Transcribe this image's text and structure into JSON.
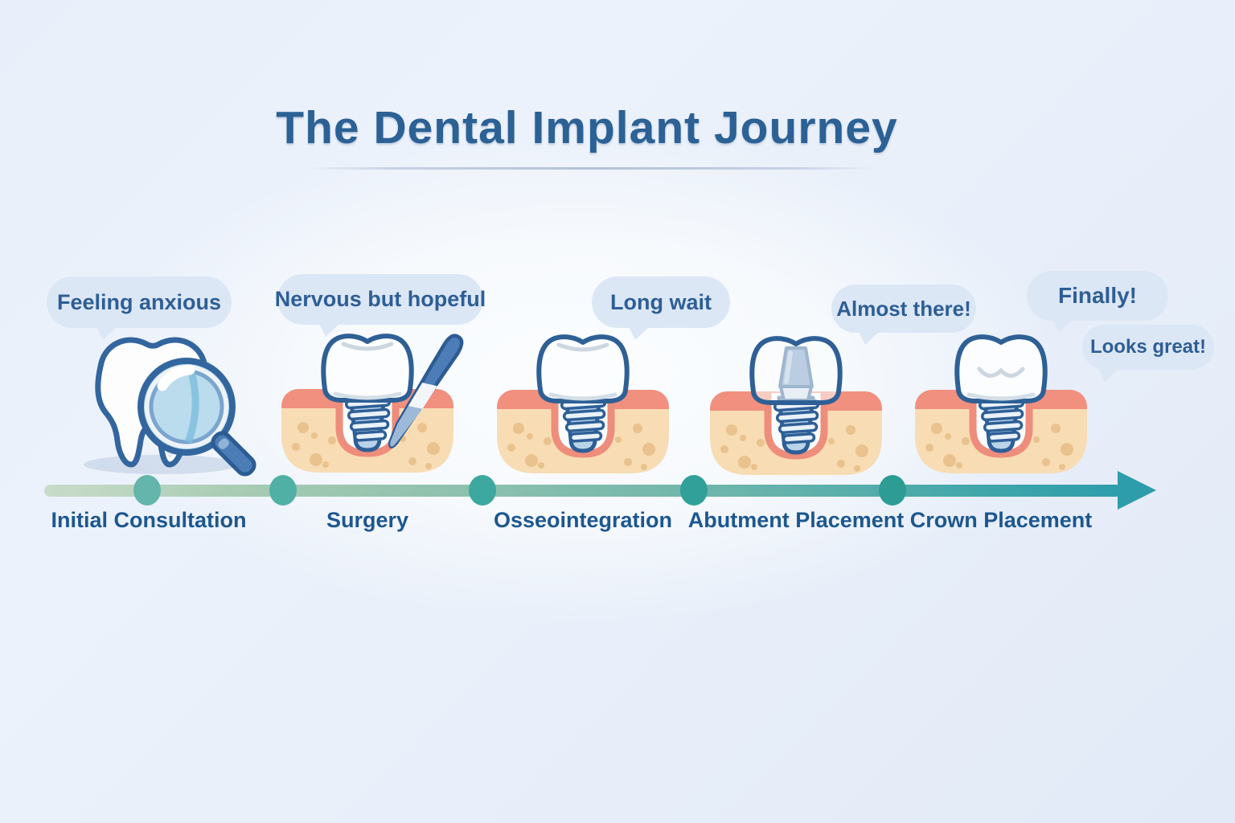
{
  "title": "The Dental Implant Journey",
  "stages": [
    {
      "label": "Initial Consultation",
      "bubble": "Feeling anxious",
      "icon": "tooth-magnifier-icon"
    },
    {
      "label": "Surgery",
      "bubble": "Nervous but hopeful",
      "icon": "implant-scalpel-icon"
    },
    {
      "label": "Osseointegration",
      "bubble": "Long wait",
      "icon": "implant-in-gum-icon"
    },
    {
      "label": "Abutment Placement",
      "bubble": "Almost there!",
      "icon": "implant-abutment-icon"
    },
    {
      "label": "Crown Placement",
      "bubble": "Finally!",
      "bubble_secondary": "Looks great!",
      "icon": "implant-crown-icon"
    }
  ],
  "colors": {
    "title_text": "#2b6195",
    "label_text": "#1d578f",
    "bubble_bg": "#dce7f6",
    "bubble_text": "#2e5e95",
    "timeline_gradient_start": "#c9dcca",
    "timeline_gradient_end": "#2d9dac",
    "dot_teal": "#3ca89f",
    "gum_salmon": "#f1907f",
    "bone_tan": "#f8dcb4",
    "implant_outline_blue": "#2e5f96",
    "background": "#e9effa"
  }
}
